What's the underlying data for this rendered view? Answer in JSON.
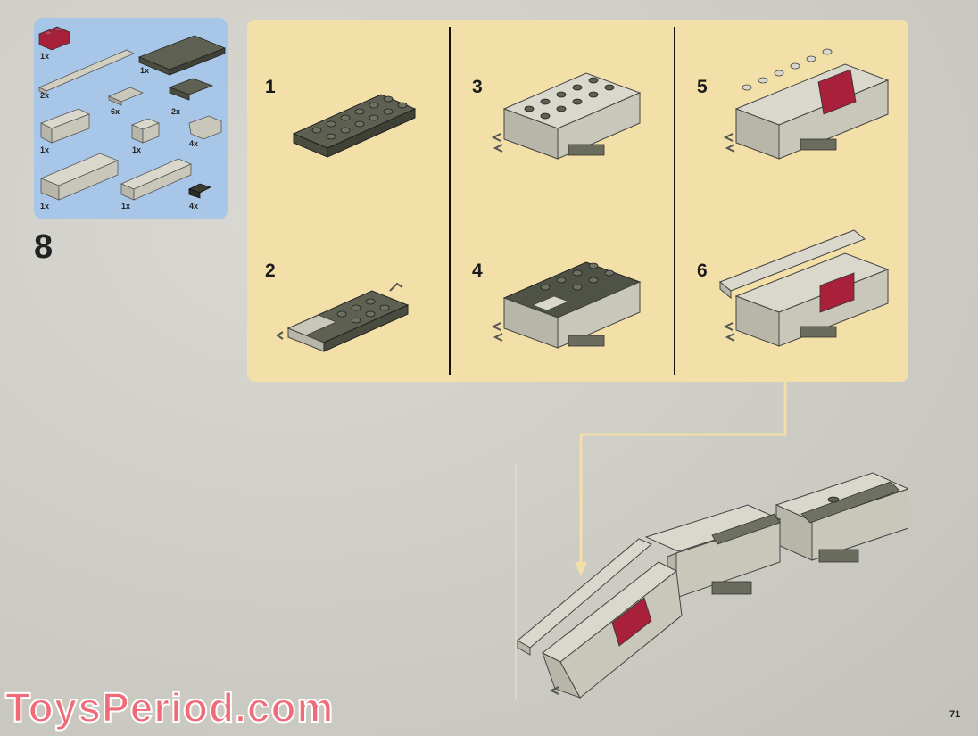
{
  "parts": [
    {
      "qty": "1x"
    },
    {
      "qty": "1x"
    },
    {
      "qty": "2x"
    },
    {
      "qty": "6x"
    },
    {
      "qty": "2x"
    },
    {
      "qty": "1x"
    },
    {
      "qty": "1x"
    },
    {
      "qty": "4x"
    },
    {
      "qty": "1x"
    },
    {
      "qty": "1x"
    },
    {
      "qty": "4x"
    }
  ],
  "step_number": "8",
  "substeps": [
    "1",
    "2",
    "3",
    "4",
    "5",
    "6"
  ],
  "watermark": "ToysPeriod.com",
  "page_number": "71",
  "colors": {
    "panel": "#f2e0a8",
    "parts_box": "#a8c6e8",
    "brick_tan": "#c9c7ba",
    "brick_dark": "#5e6152",
    "brick_red": "#a8203a",
    "arrow": "#f2e0a8"
  }
}
